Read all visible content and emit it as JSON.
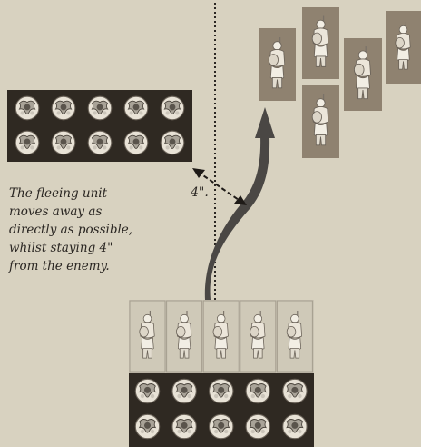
{
  "caption": {
    "lines": [
      "The fleeing unit",
      "moves away as",
      "directly as possible,",
      "whilst staying 4\"",
      "from the enemy."
    ]
  },
  "distance_label": "4\".",
  "colors": {
    "parchment": "#d8d2c0",
    "dark_unit": "#2f2922",
    "fleeing_figure_base": "#cfc9b8",
    "enemy_figure_base": "#8f8270",
    "arrow": "#4a4744"
  }
}
